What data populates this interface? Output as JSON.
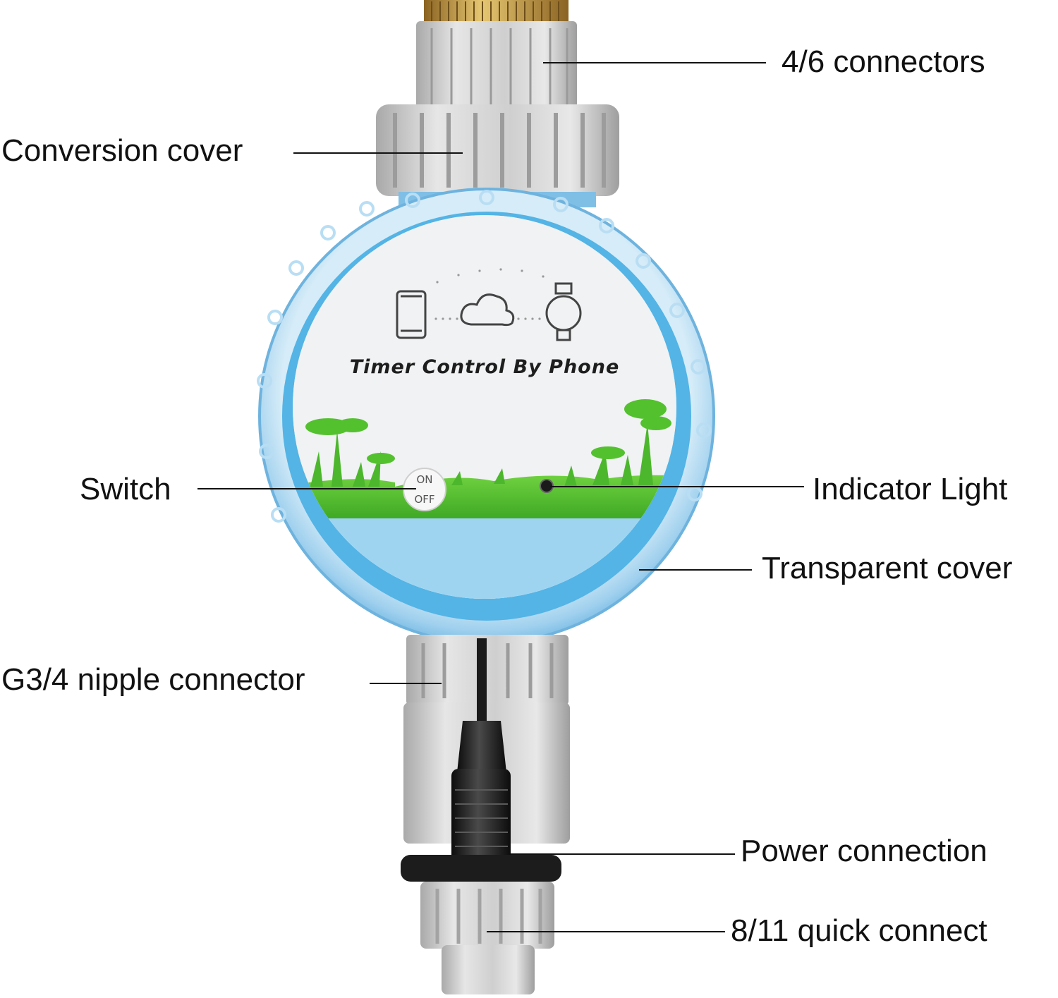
{
  "labels": {
    "connectors_46": "4/6 connectors",
    "conversion_cover": "Conversion cover",
    "switch": "Switch",
    "indicator_light": "Indicator Light",
    "transparent_cover": "Transparent cover",
    "nipple_connector": "G3/4 nipple connector",
    "power_connection": "Power connection",
    "quick_connect": "8/11 quick connect"
  },
  "face": {
    "title": "Timer Control By Phone",
    "switch_on": "ON",
    "switch_off": "OFF",
    "icons": [
      "phone-icon",
      "cloud-icon",
      "timer-device-icon"
    ]
  },
  "colors": {
    "housing_blue": "#8ec9ea",
    "inner_blue": "#4fb2e4",
    "grass_green": "#5bc236",
    "plastic_gray": "#cdcdcd",
    "brass": "#c9a04a",
    "cable_black": "#1a1a1a"
  }
}
